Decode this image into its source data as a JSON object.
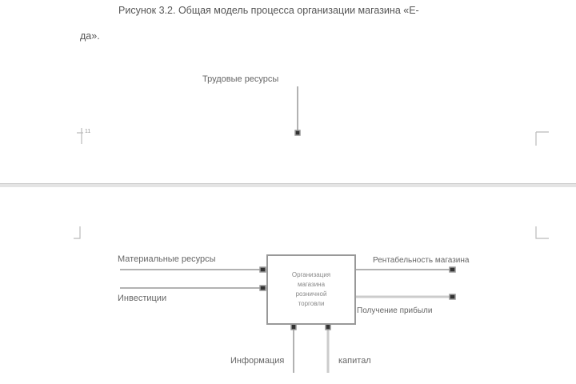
{
  "caption": {
    "line1": "Рисунок 3.2. Общая модель процесса организации магазина «Е-",
    "line2": "да»."
  },
  "diagram": {
    "control_top": "Трудовые ресурсы",
    "input_1": "Материальные ресурсы",
    "input_2": "Инвестиции",
    "process": [
      "Организация",
      "магазина",
      "розничной",
      "торговли"
    ],
    "output_1": "Рентабельность магазина",
    "output_2": "Получение прибыли",
    "mechanism_1": "Информация",
    "mechanism_2": "капитал"
  },
  "page_marker": "11"
}
